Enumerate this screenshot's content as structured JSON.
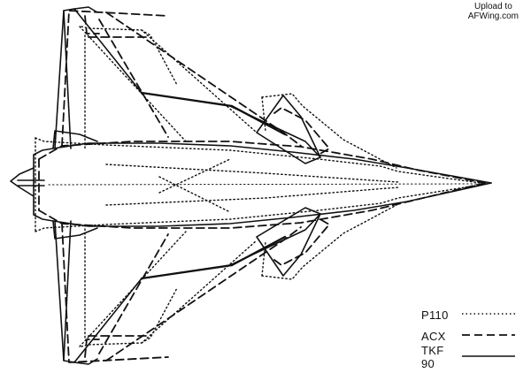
{
  "watermark": {
    "line1": "Upload to",
    "line2": "AFWing.com"
  },
  "legend": [
    {
      "label": "P110",
      "style": "dotted"
    },
    {
      "label": "ACX",
      "style": "dashed"
    },
    {
      "label": "TKF 90",
      "style": "solid"
    }
  ],
  "colors": {
    "line": "#111111",
    "background": "#ffffff"
  }
}
